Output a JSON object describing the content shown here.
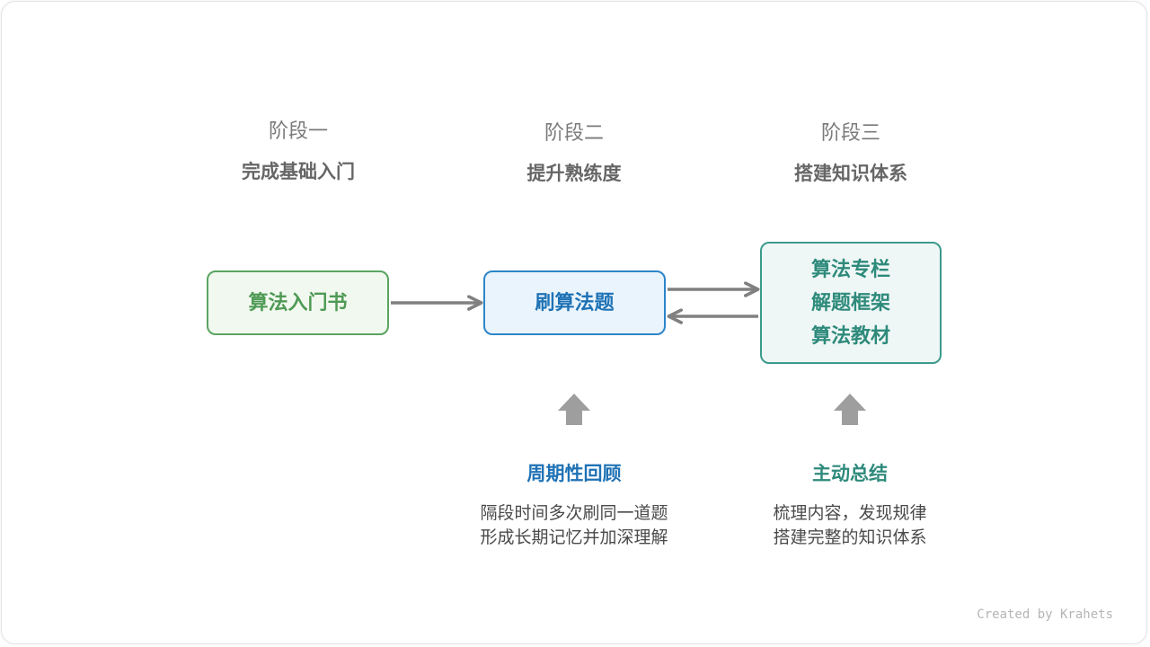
{
  "stages": [
    {
      "label": "阶段一",
      "title": "完成基础入门"
    },
    {
      "label": "阶段二",
      "title": "提升熟练度"
    },
    {
      "label": "阶段三",
      "title": "搭建知识体系"
    }
  ],
  "boxes": {
    "book": "算法入门书",
    "practice": "刷算法题",
    "knowledge": [
      "算法专栏",
      "解题框架",
      "算法教材"
    ]
  },
  "review": {
    "title": "周期性回顾",
    "lines": [
      "隔段时间多次刷同一道题",
      "形成长期记忆并加深理解"
    ]
  },
  "summary": {
    "title": "主动总结",
    "lines": [
      "梳理内容，发现规律",
      "搭建完整的知识体系"
    ]
  },
  "credit": "Created by Krahets",
  "colors": {
    "green": "#4f9a55",
    "blue": "#1f72b5",
    "teal": "#2e8a7b",
    "arrow": "#808080",
    "up_arrow": "#9e9e9e"
  }
}
